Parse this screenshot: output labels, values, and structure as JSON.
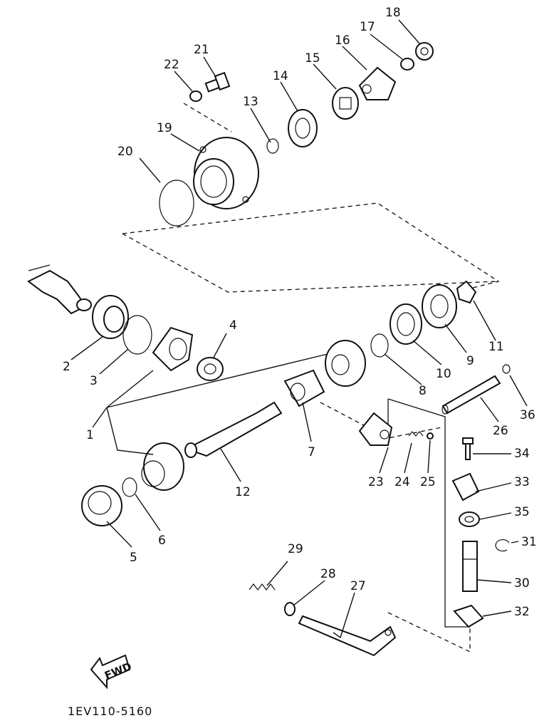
{
  "callouts": {
    "p1": "1",
    "p2": "2",
    "p3": "3",
    "p4": "4",
    "p5": "5",
    "p6": "6",
    "p7": "7",
    "p8": "8",
    "p9": "9",
    "p10": "10",
    "p11": "11",
    "p12": "12",
    "p13": "13",
    "p14": "14",
    "p15": "15",
    "p16": "16",
    "p17": "17",
    "p18": "18",
    "p19": "19",
    "p20": "20",
    "p21": "21",
    "p22": "22",
    "p23": "23",
    "p24": "24",
    "p25": "25",
    "p26": "26",
    "p27": "27",
    "p28": "28",
    "p29": "29",
    "p30": "30",
    "p31": "31",
    "p32": "32",
    "p33": "33",
    "p34": "34",
    "p35": "35",
    "p36": "36"
  },
  "direction_label": "FWD",
  "drawing_code": "1EV110-5160"
}
